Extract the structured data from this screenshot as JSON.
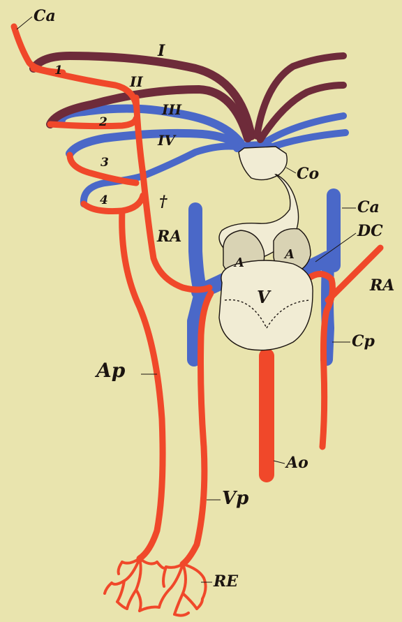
{
  "labels": {
    "ca_top": "Ca",
    "arch_1": "1",
    "arch_2": "2",
    "arch_3": "3",
    "arch_4": "4",
    "arch_I": "I",
    "arch_II": "II",
    "arch_III": "III",
    "arch_IV": "IV",
    "co": "Co",
    "dagger": "†",
    "ra_left": "RA",
    "ca_right": "Ca",
    "dc": "DC",
    "ra_right": "RA",
    "atrium_left": "A",
    "atrium_right": "A",
    "ventricle": "V",
    "cp": "Cp",
    "ap": "Ap",
    "ao": "Ao",
    "vp": "Vp",
    "re": "RE"
  },
  "colors": {
    "background": "#e9e4ae",
    "artery_red": "#f0482a",
    "artery_dark": "#6e2b3a",
    "vein_blue": "#4a68c8",
    "heart_fill": "#f1ecd4",
    "atrium_fill": "#d9d3b4",
    "ink": "#1b1410"
  }
}
